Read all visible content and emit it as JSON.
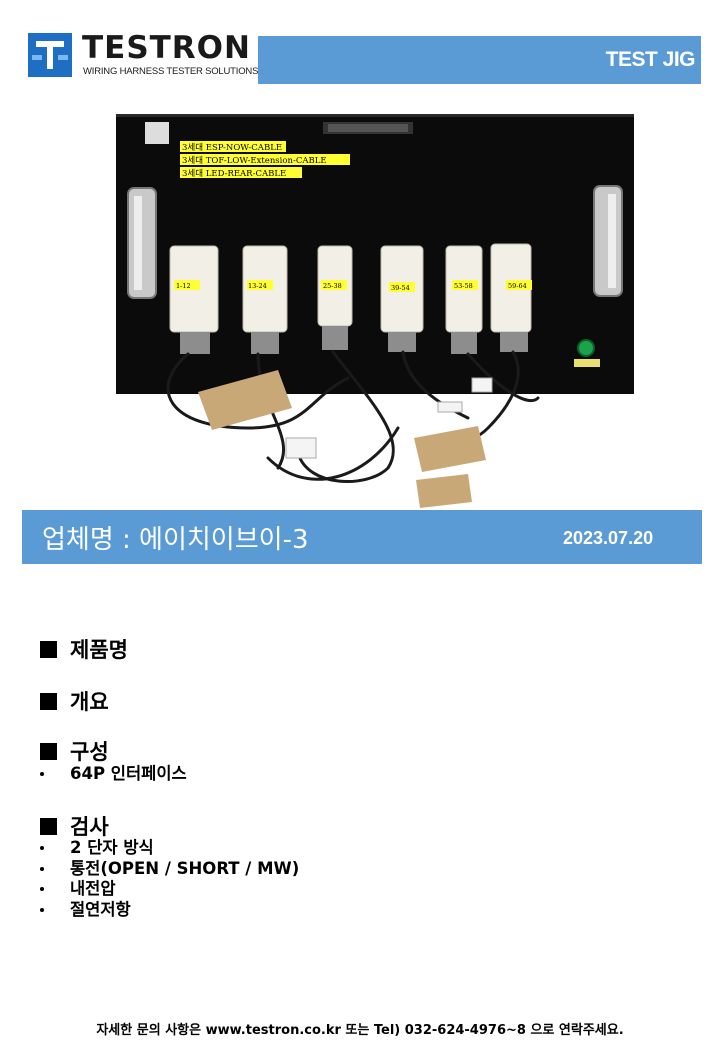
{
  "brand": {
    "name": "TESTRON",
    "tagline": "WIRING HARNESS TESTER SOLUTIONS"
  },
  "header": {
    "title": "TEST JIG"
  },
  "photo": {
    "labels": [
      "3세대 ESP-NOW-CABLE",
      "3세대 TOF-LOW-Extension-CABLE",
      "3세대 LED-REAR-CABLE"
    ],
    "connectors": [
      "1-12",
      "13-24",
      "25-38",
      "39-54",
      "53-58",
      "59-64"
    ]
  },
  "company": {
    "name": "업체명 : 에이치이브이-3",
    "date": "2023.07.20"
  },
  "sections": [
    {
      "title": "제품명",
      "items": []
    },
    {
      "title": "개요",
      "items": []
    },
    {
      "title": "구성",
      "items": [
        "64P 인터페이스"
      ]
    },
    {
      "title": "검사",
      "items": [
        "2 단자 방식",
        "통전(OPEN / SHORT / MW)",
        "내전압",
        "절연저항"
      ]
    }
  ],
  "footer": "자세한 문의 사항은 www.testron.co.kr 또는 Tel) 032-624-4976~8 으로 연락주세요.",
  "colors": {
    "accent": "#5b9bd5",
    "board": "#0a0a0a",
    "label_yellow": "#ffff33"
  }
}
